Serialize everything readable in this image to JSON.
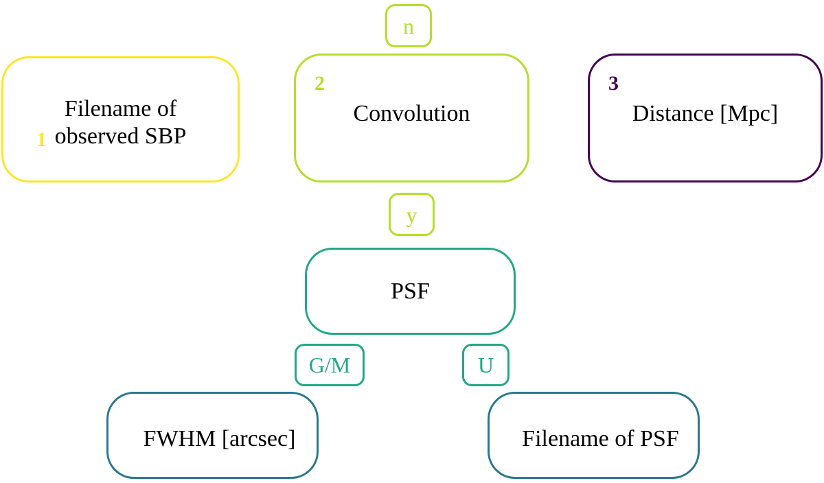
{
  "colors": {
    "yellow": "#fde725",
    "lime": "#b5de2b",
    "purple": "#440154",
    "green": "#22a884",
    "blue": "#2a788e",
    "text": "#000000"
  },
  "boxes": {
    "box1": {
      "number": "1",
      "label_line1": "Filename of",
      "label_line2": "observed SBP"
    },
    "box2": {
      "number": "2",
      "label": "Convolution"
    },
    "box3": {
      "number": "3",
      "label": "Distance [Mpc]"
    },
    "psf": {
      "label": "PSF"
    },
    "fwhm": {
      "label": "FWHM [arcsec]"
    },
    "psf_file": {
      "label": "Filename of PSF"
    }
  },
  "tags": {
    "n": "n",
    "y": "y",
    "gm": "G/M",
    "u": "U"
  }
}
